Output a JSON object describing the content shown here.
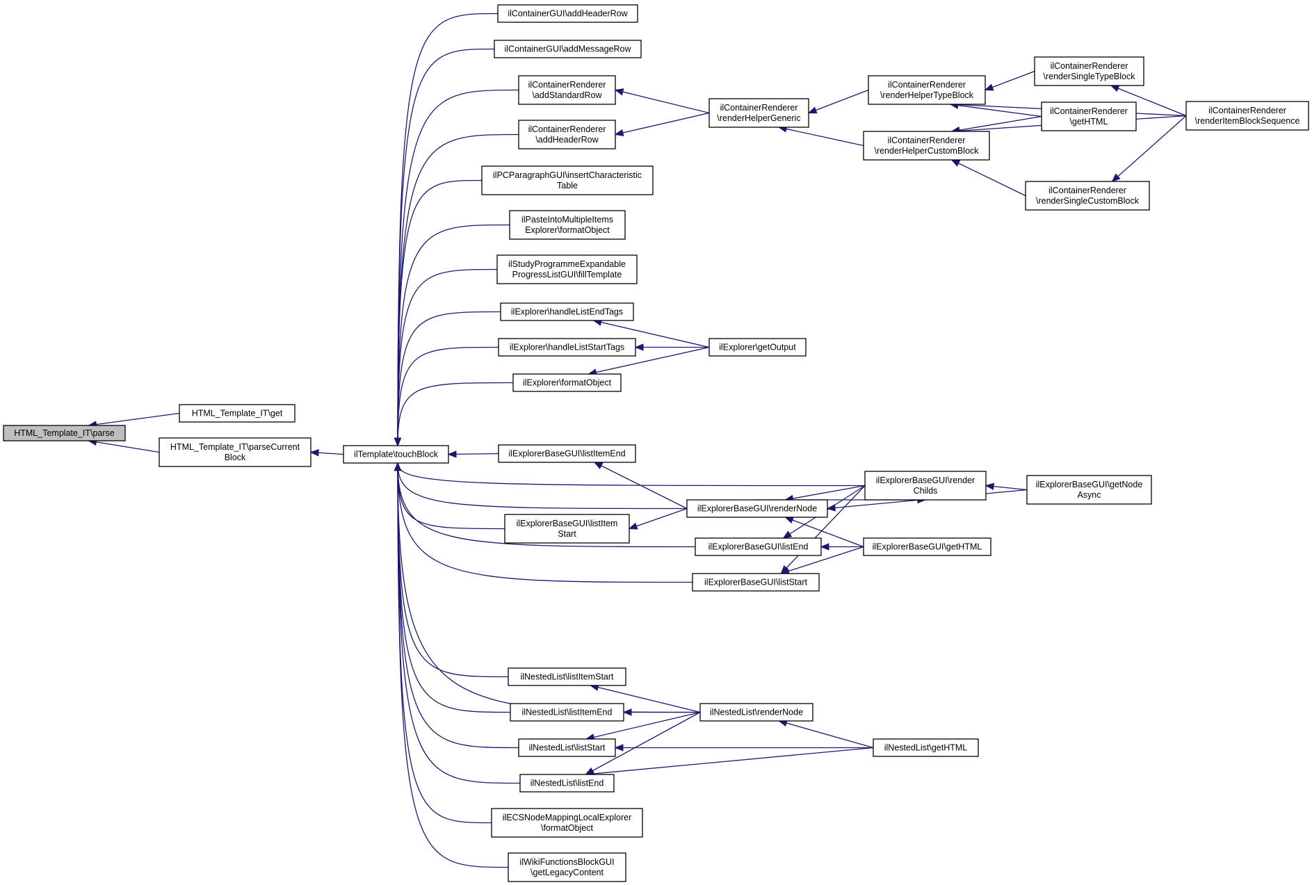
{
  "graph": {
    "edge_color": "#191970",
    "root_fill": "#bfbfbf",
    "nodes": [
      {
        "id": "parse",
        "lines": [
          "HTML_Template_IT\\parse"
        ],
        "root": true
      },
      {
        "id": "get",
        "lines": [
          "HTML_Template_IT\\get"
        ]
      },
      {
        "id": "parseCurrent",
        "lines": [
          "HTML_Template_IT\\parseCurrent",
          "Block"
        ]
      },
      {
        "id": "touchBlock",
        "lines": [
          "ilTemplate\\touchBlock"
        ]
      },
      {
        "id": "cgAddHeaderRow",
        "lines": [
          "ilContainerGUI\\addHeaderRow"
        ]
      },
      {
        "id": "cgAddMessageRow",
        "lines": [
          "ilContainerGUI\\addMessageRow"
        ]
      },
      {
        "id": "crAddStandardRow",
        "lines": [
          "ilContainerRenderer",
          "\\addStandardRow"
        ]
      },
      {
        "id": "crAddHeaderRow",
        "lines": [
          "ilContainerRenderer",
          "\\addHeaderRow"
        ]
      },
      {
        "id": "pcInsertChar",
        "lines": [
          "ilPCParagraphGUI\\insertCharacteristic",
          "Table"
        ]
      },
      {
        "id": "pasteFormat",
        "lines": [
          "ilPasteIntoMultipleItems",
          "Explorer\\formatObject"
        ]
      },
      {
        "id": "studyFill",
        "lines": [
          "ilStudyProgrammeExpandable",
          "ProgressListGUI\\fillTemplate"
        ]
      },
      {
        "id": "exHandleEnd",
        "lines": [
          "ilExplorer\\handleListEndTags"
        ]
      },
      {
        "id": "exHandleStart",
        "lines": [
          "ilExplorer\\handleListStartTags"
        ]
      },
      {
        "id": "exFormat",
        "lines": [
          "ilExplorer\\formatObject"
        ]
      },
      {
        "id": "ebListItemEnd",
        "lines": [
          "ilExplorerBaseGUI\\listItemEnd"
        ]
      },
      {
        "id": "ebListItemStart",
        "lines": [
          "ilExplorerBaseGUI\\listItem",
          "Start"
        ]
      },
      {
        "id": "ebListEnd",
        "lines": [
          "ilExplorerBaseGUI\\listEnd"
        ]
      },
      {
        "id": "ebListStart",
        "lines": [
          "ilExplorerBaseGUI\\listStart"
        ]
      },
      {
        "id": "nlItemStart",
        "lines": [
          "ilNestedList\\listItemStart"
        ]
      },
      {
        "id": "nlItemEnd",
        "lines": [
          "ilNestedList\\listItemEnd"
        ]
      },
      {
        "id": "nlStart",
        "lines": [
          "ilNestedList\\listStart"
        ]
      },
      {
        "id": "nlEnd",
        "lines": [
          "ilNestedList\\listEnd"
        ]
      },
      {
        "id": "ecsFormat",
        "lines": [
          "ilECSNodeMappingLocalExplorer",
          "\\formatObject"
        ]
      },
      {
        "id": "wikiLegacy",
        "lines": [
          "ilWikiFunctionsBlockGUI",
          "\\getLegacyContent"
        ]
      },
      {
        "id": "crRenderGeneric",
        "lines": [
          "ilContainerRenderer",
          "\\renderHelperGeneric"
        ]
      },
      {
        "id": "exGetOutput",
        "lines": [
          "ilExplorer\\getOutput"
        ]
      },
      {
        "id": "ebRenderNode",
        "lines": [
          "ilExplorerBaseGUI\\renderNode"
        ]
      },
      {
        "id": "nlRenderNode",
        "lines": [
          "ilNestedList\\renderNode"
        ]
      },
      {
        "id": "crRenderTypeBlock",
        "lines": [
          "ilContainerRenderer",
          "\\renderHelperTypeBlock"
        ]
      },
      {
        "id": "crRenderCustomBlock",
        "lines": [
          "ilContainerRenderer",
          "\\renderHelperCustomBlock"
        ]
      },
      {
        "id": "ebRenderChilds",
        "lines": [
          "ilExplorerBaseGUI\\render",
          "Childs"
        ]
      },
      {
        "id": "ebGetHTML",
        "lines": [
          "ilExplorerBaseGUI\\getHTML"
        ]
      },
      {
        "id": "nlGetHTML",
        "lines": [
          "ilNestedList\\getHTML"
        ]
      },
      {
        "id": "crSingleType",
        "lines": [
          "ilContainerRenderer",
          "\\renderSingleTypeBlock"
        ]
      },
      {
        "id": "crGetHTML",
        "lines": [
          "ilContainerRenderer",
          "\\getHTML"
        ]
      },
      {
        "id": "crSingleCustom",
        "lines": [
          "ilContainerRenderer",
          "\\renderSingleCustomBlock"
        ]
      },
      {
        "id": "crItemBlockSeq",
        "lines": [
          "ilContainerRenderer",
          "\\renderItemBlockSequence"
        ]
      },
      {
        "id": "ebGetNodeAsync",
        "lines": [
          "ilExplorerBaseGUI\\getNode",
          "Async"
        ]
      }
    ],
    "edges": [
      [
        "get",
        "parse"
      ],
      [
        "parseCurrent",
        "parse"
      ],
      [
        "touchBlock",
        "parseCurrent"
      ],
      [
        "cgAddHeaderRow",
        "touchBlock"
      ],
      [
        "cgAddMessageRow",
        "touchBlock"
      ],
      [
        "crAddStandardRow",
        "touchBlock"
      ],
      [
        "crAddHeaderRow",
        "touchBlock"
      ],
      [
        "pcInsertChar",
        "touchBlock"
      ],
      [
        "pasteFormat",
        "touchBlock"
      ],
      [
        "studyFill",
        "touchBlock"
      ],
      [
        "exHandleEnd",
        "touchBlock"
      ],
      [
        "exHandleStart",
        "touchBlock"
      ],
      [
        "exFormat",
        "touchBlock"
      ],
      [
        "ebListItemEnd",
        "touchBlock"
      ],
      [
        "ebListItemStart",
        "touchBlock"
      ],
      [
        "ebListEnd",
        "touchBlock"
      ],
      [
        "ebListStart",
        "touchBlock"
      ],
      [
        "ebRenderNode",
        "touchBlock"
      ],
      [
        "ebRenderChilds",
        "touchBlock"
      ],
      [
        "nlItemStart",
        "touchBlock"
      ],
      [
        "nlItemEnd",
        "touchBlock"
      ],
      [
        "nlStart",
        "touchBlock"
      ],
      [
        "nlEnd",
        "touchBlock"
      ],
      [
        "nlRenderNode",
        "touchBlock"
      ],
      [
        "ecsFormat",
        "touchBlock"
      ],
      [
        "wikiLegacy",
        "touchBlock"
      ],
      [
        "crRenderGeneric",
        "crAddStandardRow"
      ],
      [
        "crRenderGeneric",
        "crAddHeaderRow"
      ],
      [
        "crRenderTypeBlock",
        "crRenderGeneric"
      ],
      [
        "crRenderCustomBlock",
        "crRenderGeneric"
      ],
      [
        "crSingleType",
        "crRenderTypeBlock"
      ],
      [
        "crGetHTML",
        "crRenderTypeBlock"
      ],
      [
        "crItemBlockSeq",
        "crRenderTypeBlock"
      ],
      [
        "crGetHTML",
        "crRenderCustomBlock"
      ],
      [
        "crSingleCustom",
        "crRenderCustomBlock"
      ],
      [
        "crItemBlockSeq",
        "crRenderCustomBlock"
      ],
      [
        "crItemBlockSeq",
        "crSingleType"
      ],
      [
        "crItemBlockSeq",
        "crSingleCustom"
      ],
      [
        "exGetOutput",
        "exHandleEnd"
      ],
      [
        "exGetOutput",
        "exHandleStart"
      ],
      [
        "exGetOutput",
        "exFormat"
      ],
      [
        "ebRenderNode",
        "ebListItemEnd"
      ],
      [
        "ebRenderNode",
        "ebListItemStart"
      ],
      [
        "ebRenderChilds",
        "ebListEnd"
      ],
      [
        "ebGetHTML",
        "ebListEnd"
      ],
      [
        "ebRenderChilds",
        "ebListStart"
      ],
      [
        "ebGetHTML",
        "ebListStart"
      ],
      [
        "ebRenderChilds",
        "ebRenderNode"
      ],
      [
        "ebGetHTML",
        "ebRenderNode"
      ],
      [
        "ebGetNodeAsync",
        "ebRenderNode"
      ],
      [
        "ebRenderNode",
        "ebRenderChilds"
      ],
      [
        "ebGetNodeAsync",
        "ebRenderChilds"
      ],
      [
        "nlRenderNode",
        "nlItemStart"
      ],
      [
        "nlRenderNode",
        "nlItemEnd"
      ],
      [
        "nlRenderNode",
        "nlStart"
      ],
      [
        "nlRenderNode",
        "nlEnd"
      ],
      [
        "nlGetHTML",
        "nlStart"
      ],
      [
        "nlGetHTML",
        "nlEnd"
      ],
      [
        "nlGetHTML",
        "nlRenderNode"
      ]
    ]
  }
}
